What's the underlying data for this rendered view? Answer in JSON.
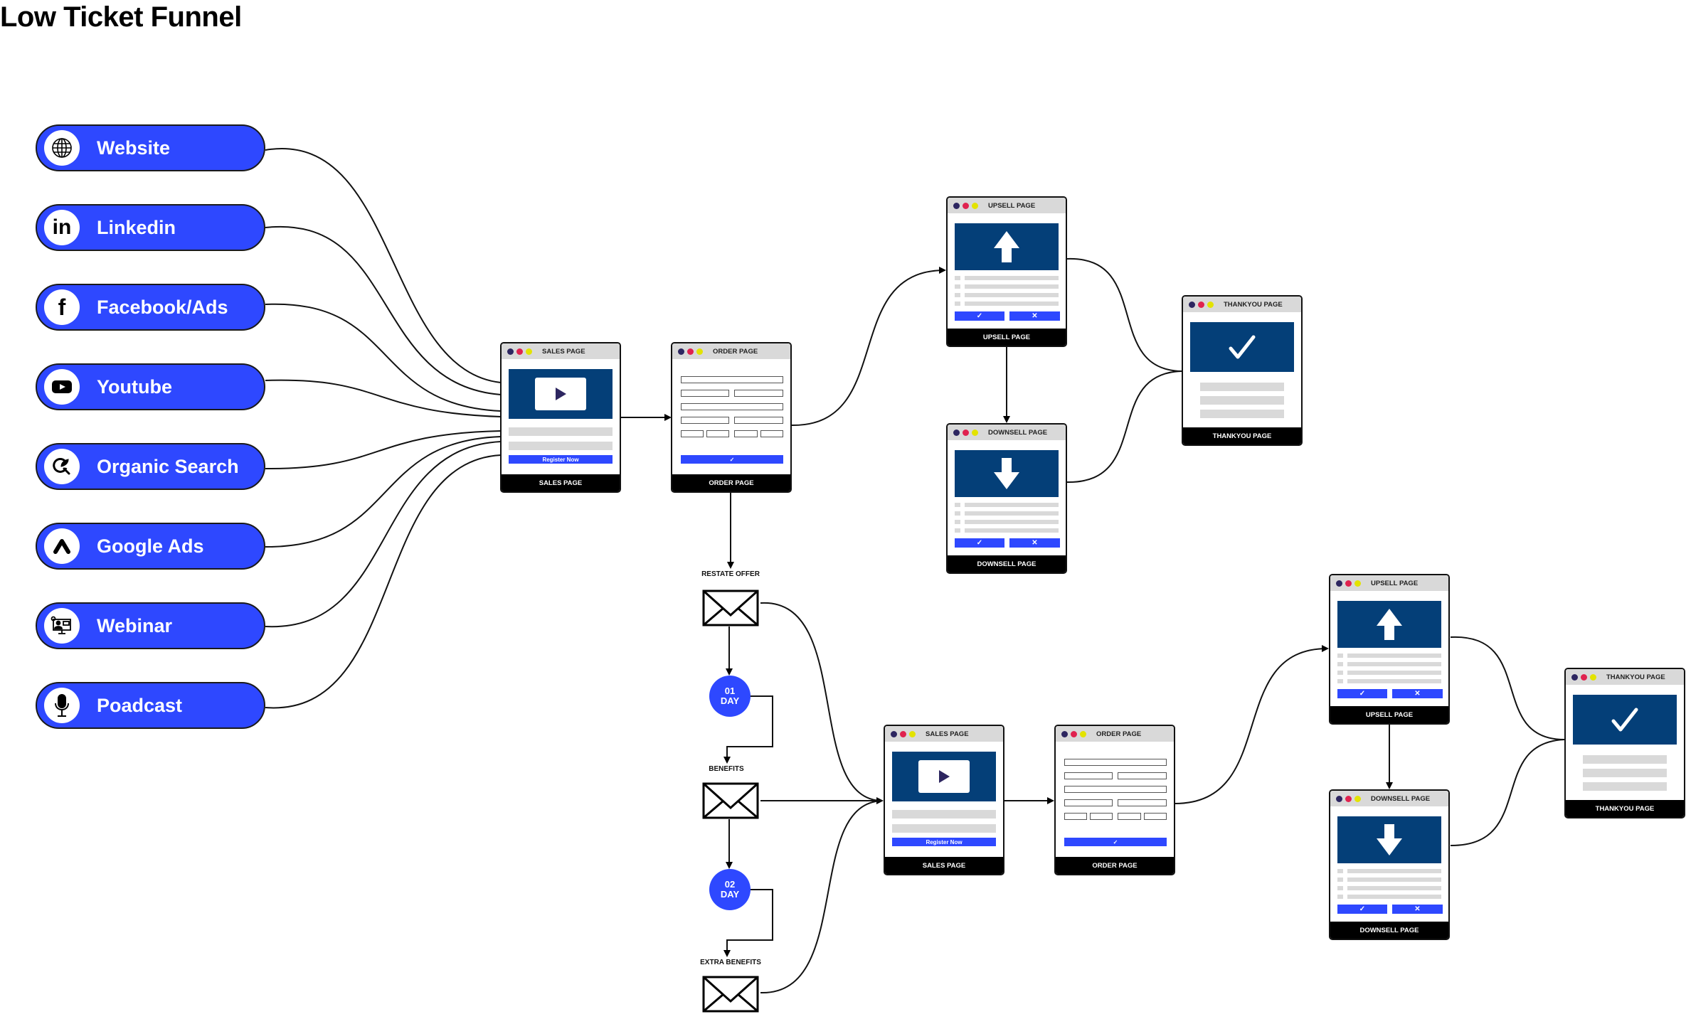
{
  "title": "Low Ticket Funnel",
  "colors": {
    "pill_blue": "#2e48ff",
    "hero_navy": "#043f78",
    "header_gray": "#d9d9d9",
    "dot_navy": "#2d2660",
    "dot_red": "#e0224f",
    "dot_yellow": "#e3e300"
  },
  "sources": [
    {
      "label": "Website",
      "icon": "globe-icon"
    },
    {
      "label": "Linkedin",
      "icon": "linkedin-icon"
    },
    {
      "label": "Facebook/Ads",
      "icon": "facebook-icon"
    },
    {
      "label": "Youtube",
      "icon": "youtube-icon"
    },
    {
      "label": "Organic Search",
      "icon": "organic-search-icon"
    },
    {
      "label": "Google Ads",
      "icon": "google-ads-icon"
    },
    {
      "label": "Webinar",
      "icon": "webinar-icon"
    },
    {
      "label": "Poadcast",
      "icon": "microphone-icon"
    }
  ],
  "pages": {
    "sales1": {
      "header": "SALES PAGE",
      "footer": "SALES PAGE",
      "button": "Register Now"
    },
    "order1": {
      "header": "ORDER PAGE",
      "footer": "ORDER PAGE",
      "button": "✓"
    },
    "upsell1": {
      "header": "UPSELL PAGE",
      "footer": "UPSELL PAGE",
      "accept": "✓",
      "decline": "✕"
    },
    "downsell1": {
      "header": "DOWNSELL PAGE",
      "footer": "DOWNSELL PAGE",
      "accept": "✓",
      "decline": "✕"
    },
    "thankyou1": {
      "header": "THANKYOU PAGE",
      "footer": "THANKYOU PAGE"
    },
    "sales2": {
      "header": "SALES PAGE",
      "footer": "SALES PAGE",
      "button": "Register Now"
    },
    "order2": {
      "header": "ORDER PAGE",
      "footer": "ORDER PAGE",
      "button": "✓"
    },
    "upsell2": {
      "header": "UPSELL PAGE",
      "footer": "UPSELL PAGE",
      "accept": "✓",
      "decline": "✕"
    },
    "downsell2": {
      "header": "DOWNSELL PAGE",
      "footer": "DOWNSELL PAGE",
      "accept": "✓",
      "decline": "✕"
    },
    "thankyou2": {
      "header": "THANKYOU PAGE",
      "footer": "THANKYOU PAGE"
    }
  },
  "emails": [
    {
      "label": "RESTATE OFFER"
    },
    {
      "label": "BENEFITS"
    },
    {
      "label": "EXTRA BENEFITS"
    }
  ],
  "delays": [
    {
      "num": "01",
      "unit": "DAY"
    },
    {
      "num": "02",
      "unit": "DAY"
    }
  ]
}
